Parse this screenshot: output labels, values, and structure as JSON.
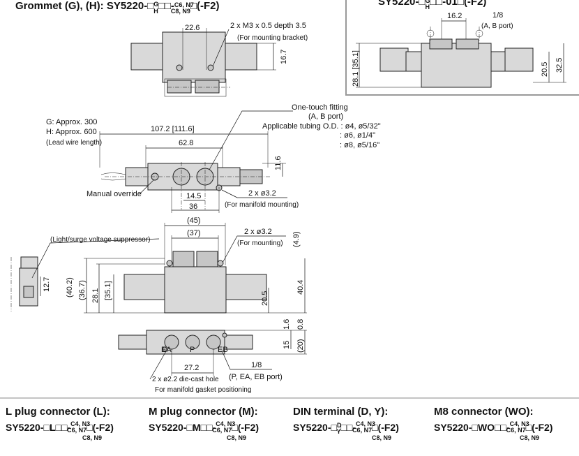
{
  "title_grommet": "Grommet (G), (H): SY5220-",
  "title_grommet_suffix": "(-F2)",
  "grommet_code_top": "G",
  "grommet_code_bottom": "H",
  "code_tube_a": "C6, N7",
  "code_tube_b": "C8, N9",
  "code_tube_c": "C4, N3",
  "title_top_right_prefix": "SY5220-",
  "title_top_right_suffix": "-01",
  "title_top_right_end": "(-F2)",
  "dims": {
    "d22_6": "22.6",
    "m3": "2 x M3 x 0.5 depth 3.5",
    "mount_bracket": "(For mounting bracket)",
    "d16_7": "16.7",
    "d16_2": "16.2",
    "one_eighth_top": "1/8",
    "ab_port_top": "(A, B port)",
    "d28_1_35_1": "28.1 [35.1]",
    "d20_5_top": "20.5",
    "d32_5": "32.5",
    "lead_g": "G: Approx. 300",
    "lead_h": "H: Approx. 600",
    "lead_wire": "(Lead wire length)",
    "d107": "107.2 [111.6]",
    "one_touch": "One-touch fitting",
    "ab_port": "(A, B port)",
    "tubing": "Applicable tubing O.D. : ø4, ø5/32\"",
    "tubing2": ": ø6, ø1/4\"",
    "tubing3": ": ø8, ø5/16\"",
    "d62_8": "62.8",
    "d11_6": "11.6",
    "manual_override": "Manual override",
    "d14_5": "14.5",
    "d36": "36",
    "phi3_2_a": "2 x ø3.2",
    "manifold_mount": "(For manifold mounting)",
    "d45": "(45)",
    "d37": "(37)",
    "phi3_2_b": "2 x ø3.2",
    "for_mounting": "(For mounting)",
    "d4_9": "(4.9)",
    "suppressor": "(Light/surge voltage suppressor)",
    "d12_7": "12.7",
    "d40_2": "(40.2)",
    "d36_7": "(36.7)",
    "d28_1": "28.1",
    "d35_1": "[35.1]",
    "d20_5": "20.5",
    "d40_4": "40.4",
    "d1_6": "1.6",
    "d0_8": "0.8",
    "d15": "15",
    "d20": "(20)",
    "d27_2": "27.2",
    "one_eighth_bot": "1/8",
    "p_ea_eb": "(P, EA, EB port)",
    "die_cast": "2 x ø2.2 die-cast hole",
    "gasket": "For manifold gasket positioning",
    "port_ea": "EA",
    "port_p": "P",
    "port_eb": "EB"
  },
  "connectors": [
    {
      "heading": "L plug connector (L):",
      "prefix": "SY5220-",
      "mid": "L",
      "code_top": "",
      "code_bottom": ""
    },
    {
      "heading": "M plug connector (M):",
      "prefix": "SY5220-",
      "mid": "M",
      "code_top": "",
      "code_bottom": ""
    },
    {
      "heading": "DIN terminal (D, Y):",
      "prefix": "SY5220-",
      "mid": "",
      "code_top": "D",
      "code_bottom": "Y"
    },
    {
      "heading": "M8 connector (WO):",
      "prefix": "SY5220-",
      "mid": "WO",
      "code_top": "",
      "code_bottom": ""
    }
  ]
}
